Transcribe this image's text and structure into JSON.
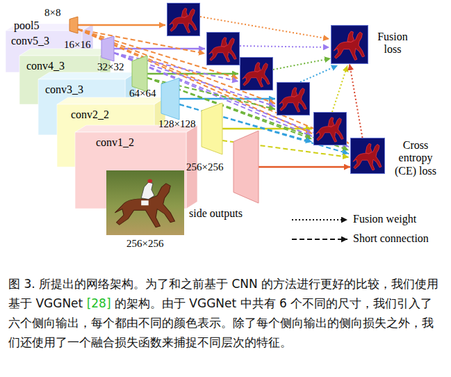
{
  "diagram": {
    "caption": "图 3. 所提出的网络架构。为了和之前基于 CNN 的方法进行更好的比较，我们使用基于 VGGNet [28] 的架构。由于 VGGNet 中共有 6 个不同的尺寸，我们引入了六个侧向输出，每个都由不同的颜色表示。除了每个侧向输出的侧向损失之外，我们还使用了一个融合损失函数来捕捉不同层次的特征。",
    "nodes": [
      {
        "text": [
          "8×8"
        ]
      },
      {
        "text": [
          "conv5_3"
        ]
      },
      {
        "text": [
          "16×16"
        ]
      },
      {
        "text": [
          "conv4_3"
        ]
      },
      {
        "text": [
          "32×32"
        ]
      },
      {
        "text": [
          "conv3_3"
        ]
      },
      {
        "text": [
          "64×64"
        ]
      },
      {
        "text": [
          "conv2_2"
        ]
      },
      {
        "text": [
          "128×128"
        ]
      },
      {
        "text": [
          "conv1_2"
        ]
      },
      {
        "text": [
          "256×256"
        ]
      },
      {
        "text": [
          "Fusion loss"
        ]
      },
      {
        "text": [
          "Cross entropy (CE) loss"
        ]
      }
    ],
    "edges": [
      {
        "from": 10,
        "to": 12,
        "arrow": "to"
      },
      {
        "from": 12,
        "to": 11,
        "arrow": "to"
      }
    ],
    "labels": [
      "pool5",
      "side outputs",
      "256×256"
    ],
    "legend": [
      {
        "text": "Fusion weight"
      },
      {
        "text": "Short connection"
      }
    ]
  }
}
